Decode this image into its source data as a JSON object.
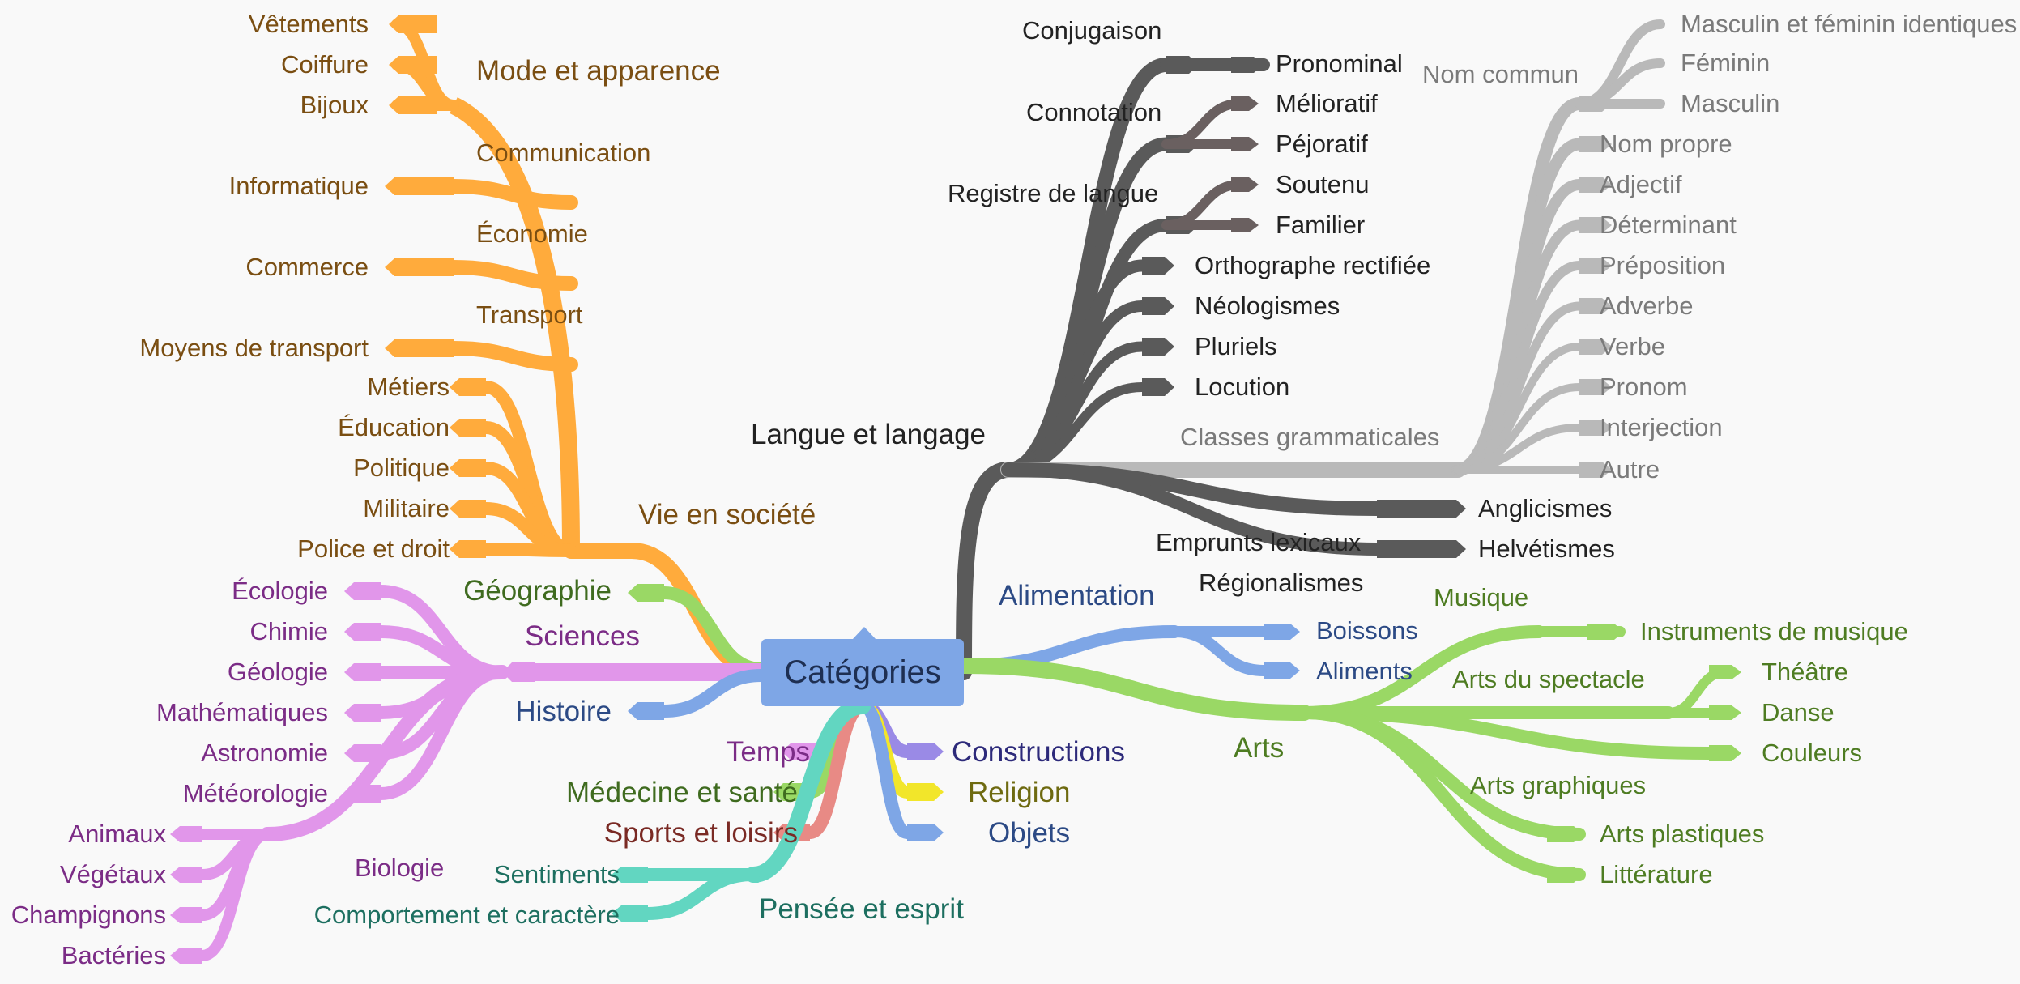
{
  "root": {
    "label": "Catégories",
    "color": "#7ea6e6"
  },
  "branches": [
    {
      "id": "langue",
      "label": "Langue et langage",
      "color": "#5a5a5a",
      "text": "#222222",
      "children": [
        {
          "label": "Conjugaison",
          "children": [
            {
              "label": "Pronominal"
            }
          ]
        },
        {
          "label": "Connotation",
          "children": [
            {
              "label": "Mélioratif"
            },
            {
              "label": "Péjoratif"
            }
          ]
        },
        {
          "label": "Registre de langue",
          "children": [
            {
              "label": "Soutenu"
            },
            {
              "label": "Familier"
            }
          ]
        },
        {
          "label": "Orthographe rectifiée"
        },
        {
          "label": "Néologismes"
        },
        {
          "label": "Pluriels"
        },
        {
          "label": "Locution"
        },
        {
          "label": "Classes grammaticales",
          "color": "#b9b9b9",
          "text": "#7a7a7a",
          "children": [
            {
              "label": "Nom commun",
              "children": [
                {
                  "label": "Masculin et féminin identiques"
                },
                {
                  "label": "Féminin"
                },
                {
                  "label": "Masculin"
                }
              ]
            },
            {
              "label": "Nom propre"
            },
            {
              "label": "Adjectif"
            },
            {
              "label": "Déterminant"
            },
            {
              "label": "Préposition"
            },
            {
              "label": "Adverbe"
            },
            {
              "label": "Verbe"
            },
            {
              "label": "Pronom"
            },
            {
              "label": "Interjection"
            },
            {
              "label": "Autre"
            }
          ]
        },
        {
          "label": "Emprunts lexicaux",
          "children": [
            {
              "label": "Anglicismes"
            },
            {
              "label": "Helvétismes"
            }
          ]
        },
        {
          "label": "Régionalismes"
        }
      ]
    },
    {
      "id": "alimentation",
      "label": "Alimentation",
      "color": "#7ea6e6",
      "text": "#2c4a85",
      "children": [
        {
          "label": "Boissons"
        },
        {
          "label": "Aliments"
        }
      ]
    },
    {
      "id": "arts",
      "label": "Arts",
      "color": "#9ad865",
      "text": "#4e7c22",
      "children": [
        {
          "label": "Musique",
          "children": [
            {
              "label": "Instruments de musique"
            }
          ]
        },
        {
          "label": "Arts du spectacle",
          "children": [
            {
              "label": "Théâtre"
            },
            {
              "label": "Danse"
            }
          ]
        },
        {
          "label": "Couleurs"
        },
        {
          "label": "Arts graphiques"
        },
        {
          "label": "Arts plastiques"
        },
        {
          "label": "Littérature"
        }
      ]
    },
    {
      "id": "societe",
      "label": "Vie en société",
      "color": "#ffab3c",
      "text": "#7a4e12",
      "children": [
        {
          "label": "Mode et apparence",
          "children": [
            {
              "label": "Vêtements"
            },
            {
              "label": "Coiffure"
            },
            {
              "label": "Bijoux"
            }
          ]
        },
        {
          "label": "Communication",
          "children": [
            {
              "label": "Informatique"
            }
          ]
        },
        {
          "label": "Économie",
          "children": [
            {
              "label": "Commerce"
            }
          ]
        },
        {
          "label": "Transport",
          "children": [
            {
              "label": "Moyens de transport"
            }
          ]
        },
        {
          "label": "Métiers"
        },
        {
          "label": "Éducation"
        },
        {
          "label": "Politique"
        },
        {
          "label": "Militaire"
        },
        {
          "label": "Police et droit"
        }
      ]
    },
    {
      "id": "geographie",
      "label": "Géographie",
      "color": "#9ad865",
      "text": "#3f6b1f"
    },
    {
      "id": "sciences",
      "label": "Sciences",
      "color": "#e196ea",
      "text": "#7b2c86",
      "children": [
        {
          "label": "Écologie"
        },
        {
          "label": "Chimie"
        },
        {
          "label": "Géologie"
        },
        {
          "label": "Mathématiques"
        },
        {
          "label": "Astronomie"
        },
        {
          "label": "Météorologie"
        },
        {
          "label": "Biologie",
          "children": [
            {
              "label": "Animaux"
            },
            {
              "label": "Végétaux"
            },
            {
              "label": "Champignons"
            },
            {
              "label": "Bactéries"
            }
          ]
        }
      ]
    },
    {
      "id": "histoire",
      "label": "Histoire",
      "color": "#7ea6e6",
      "text": "#2c4a85"
    },
    {
      "id": "temps",
      "label": "Temps",
      "color": "#e196ea",
      "text": "#7b2c86"
    },
    {
      "id": "medecine",
      "label": "Médecine et santé",
      "color": "#9ad865",
      "text": "#3f6b1f"
    },
    {
      "id": "sports",
      "label": "Sports et loisirs",
      "color": "#e88a85",
      "text": "#7a2a24"
    },
    {
      "id": "pensee",
      "label": "Pensée et esprit",
      "color": "#62d6c1",
      "text": "#1d6f60",
      "children": [
        {
          "label": "Sentiments"
        },
        {
          "label": "Comportement et caractère"
        }
      ]
    },
    {
      "id": "constructions",
      "label": "Constructions",
      "color": "#9a8ae6",
      "text": "#2d2a7a"
    },
    {
      "id": "religion",
      "label": "Religion",
      "color": "#f2e62a",
      "text": "#6e6a10"
    },
    {
      "id": "objets",
      "label": "Objets",
      "color": "#7ea6e6",
      "text": "#2c4a85"
    }
  ]
}
